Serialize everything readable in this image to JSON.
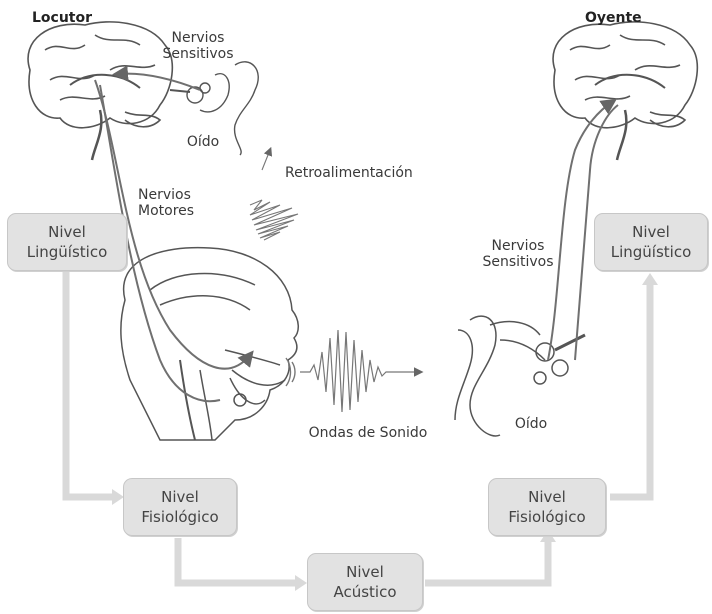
{
  "speaker": {
    "title": "Locutor"
  },
  "listener": {
    "title": "Oyente"
  },
  "labels": {
    "sensory_nerves_speaker": [
      "Nervios",
      "Sensitivos"
    ],
    "ear_speaker": "Oído",
    "feedback": "Retroalimentación",
    "motor_nerves": [
      "Nervios",
      "Motores"
    ],
    "sound_waves": "Ondas de Sonido",
    "sensory_nerves_listener": [
      "Nervios",
      "Sensitivos"
    ],
    "ear_listener": "Oído"
  },
  "levels": {
    "speaker_linguistic": [
      "Nivel",
      "Lingüístico"
    ],
    "speaker_physiological": [
      "Nivel",
      "Fisiológico"
    ],
    "acoustic": [
      "Nivel",
      "Acústico"
    ],
    "listener_physiological": [
      "Nivel",
      "Fisiológico"
    ],
    "listener_linguistic": [
      "Nivel",
      "Lingüístico"
    ]
  },
  "colors": {
    "box_fill": "#e2e2e2",
    "box_border": "#c7c7c7",
    "flow_arrow": "#d9d9d9",
    "nerve_path": "#707070",
    "line_art": "#555555"
  }
}
